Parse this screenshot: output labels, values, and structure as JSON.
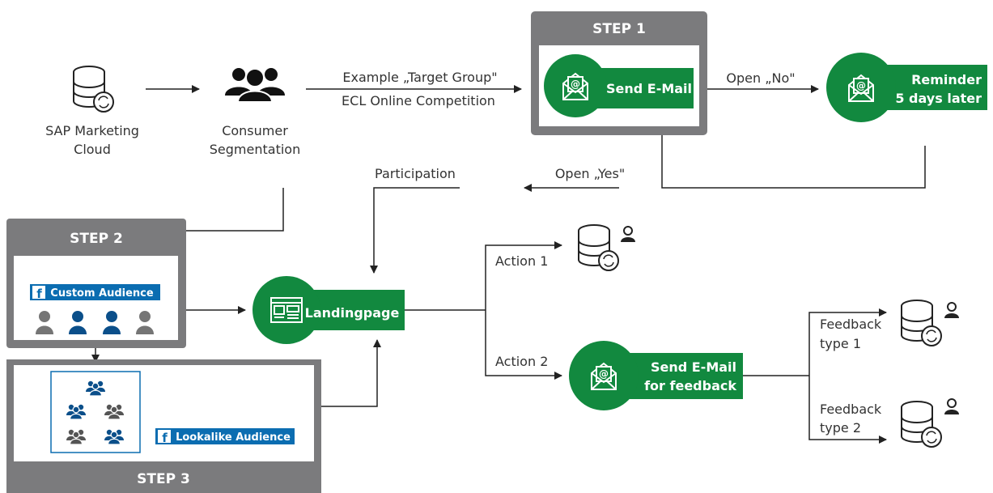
{
  "colors": {
    "green": "#12893f",
    "gray_frame": "#7b7b7d",
    "blue": "#0b6db1",
    "dark_blue": "#0b4f8a",
    "person_gray": "#757575",
    "line": "#222222",
    "text": "#333333"
  },
  "sources": {
    "sap_label_line1": "SAP Marketing",
    "sap_label_line2": "Cloud",
    "segmentation_line1": "Consumer",
    "segmentation_line2": "Segmentation"
  },
  "edges": {
    "target_group_line1": "Example „Target Group\"",
    "target_group_line2": "ECL Online Competition",
    "open_no": "Open „No\"",
    "open_yes": "Open „Yes\"",
    "participation": "Participation",
    "action1": "Action 1",
    "action2": "Action 2",
    "feedback1_line1": "Feedback",
    "feedback1_line2": "type 1",
    "feedback2_line1": "Feedback",
    "feedback2_line2": "type 2"
  },
  "step1": {
    "title": "STEP 1",
    "node_label": "Send E-Mail"
  },
  "reminder": {
    "line1": "Reminder",
    "line2": "5 days later"
  },
  "step2": {
    "title": "STEP 2",
    "badge": "Custom Audience"
  },
  "step3": {
    "title": "STEP 3",
    "badge": "Lookalike Audience"
  },
  "landing": {
    "label": "Landingpage"
  },
  "feedback_mail": {
    "line1": "Send E-Mail",
    "line2": "for feedback"
  },
  "icons": {
    "database": "database-sync-icon",
    "group": "people-group-icon",
    "mail": "email-at-icon",
    "browser": "browser-window-icon",
    "facebook": "facebook-logo-icon",
    "user": "user-icon"
  }
}
